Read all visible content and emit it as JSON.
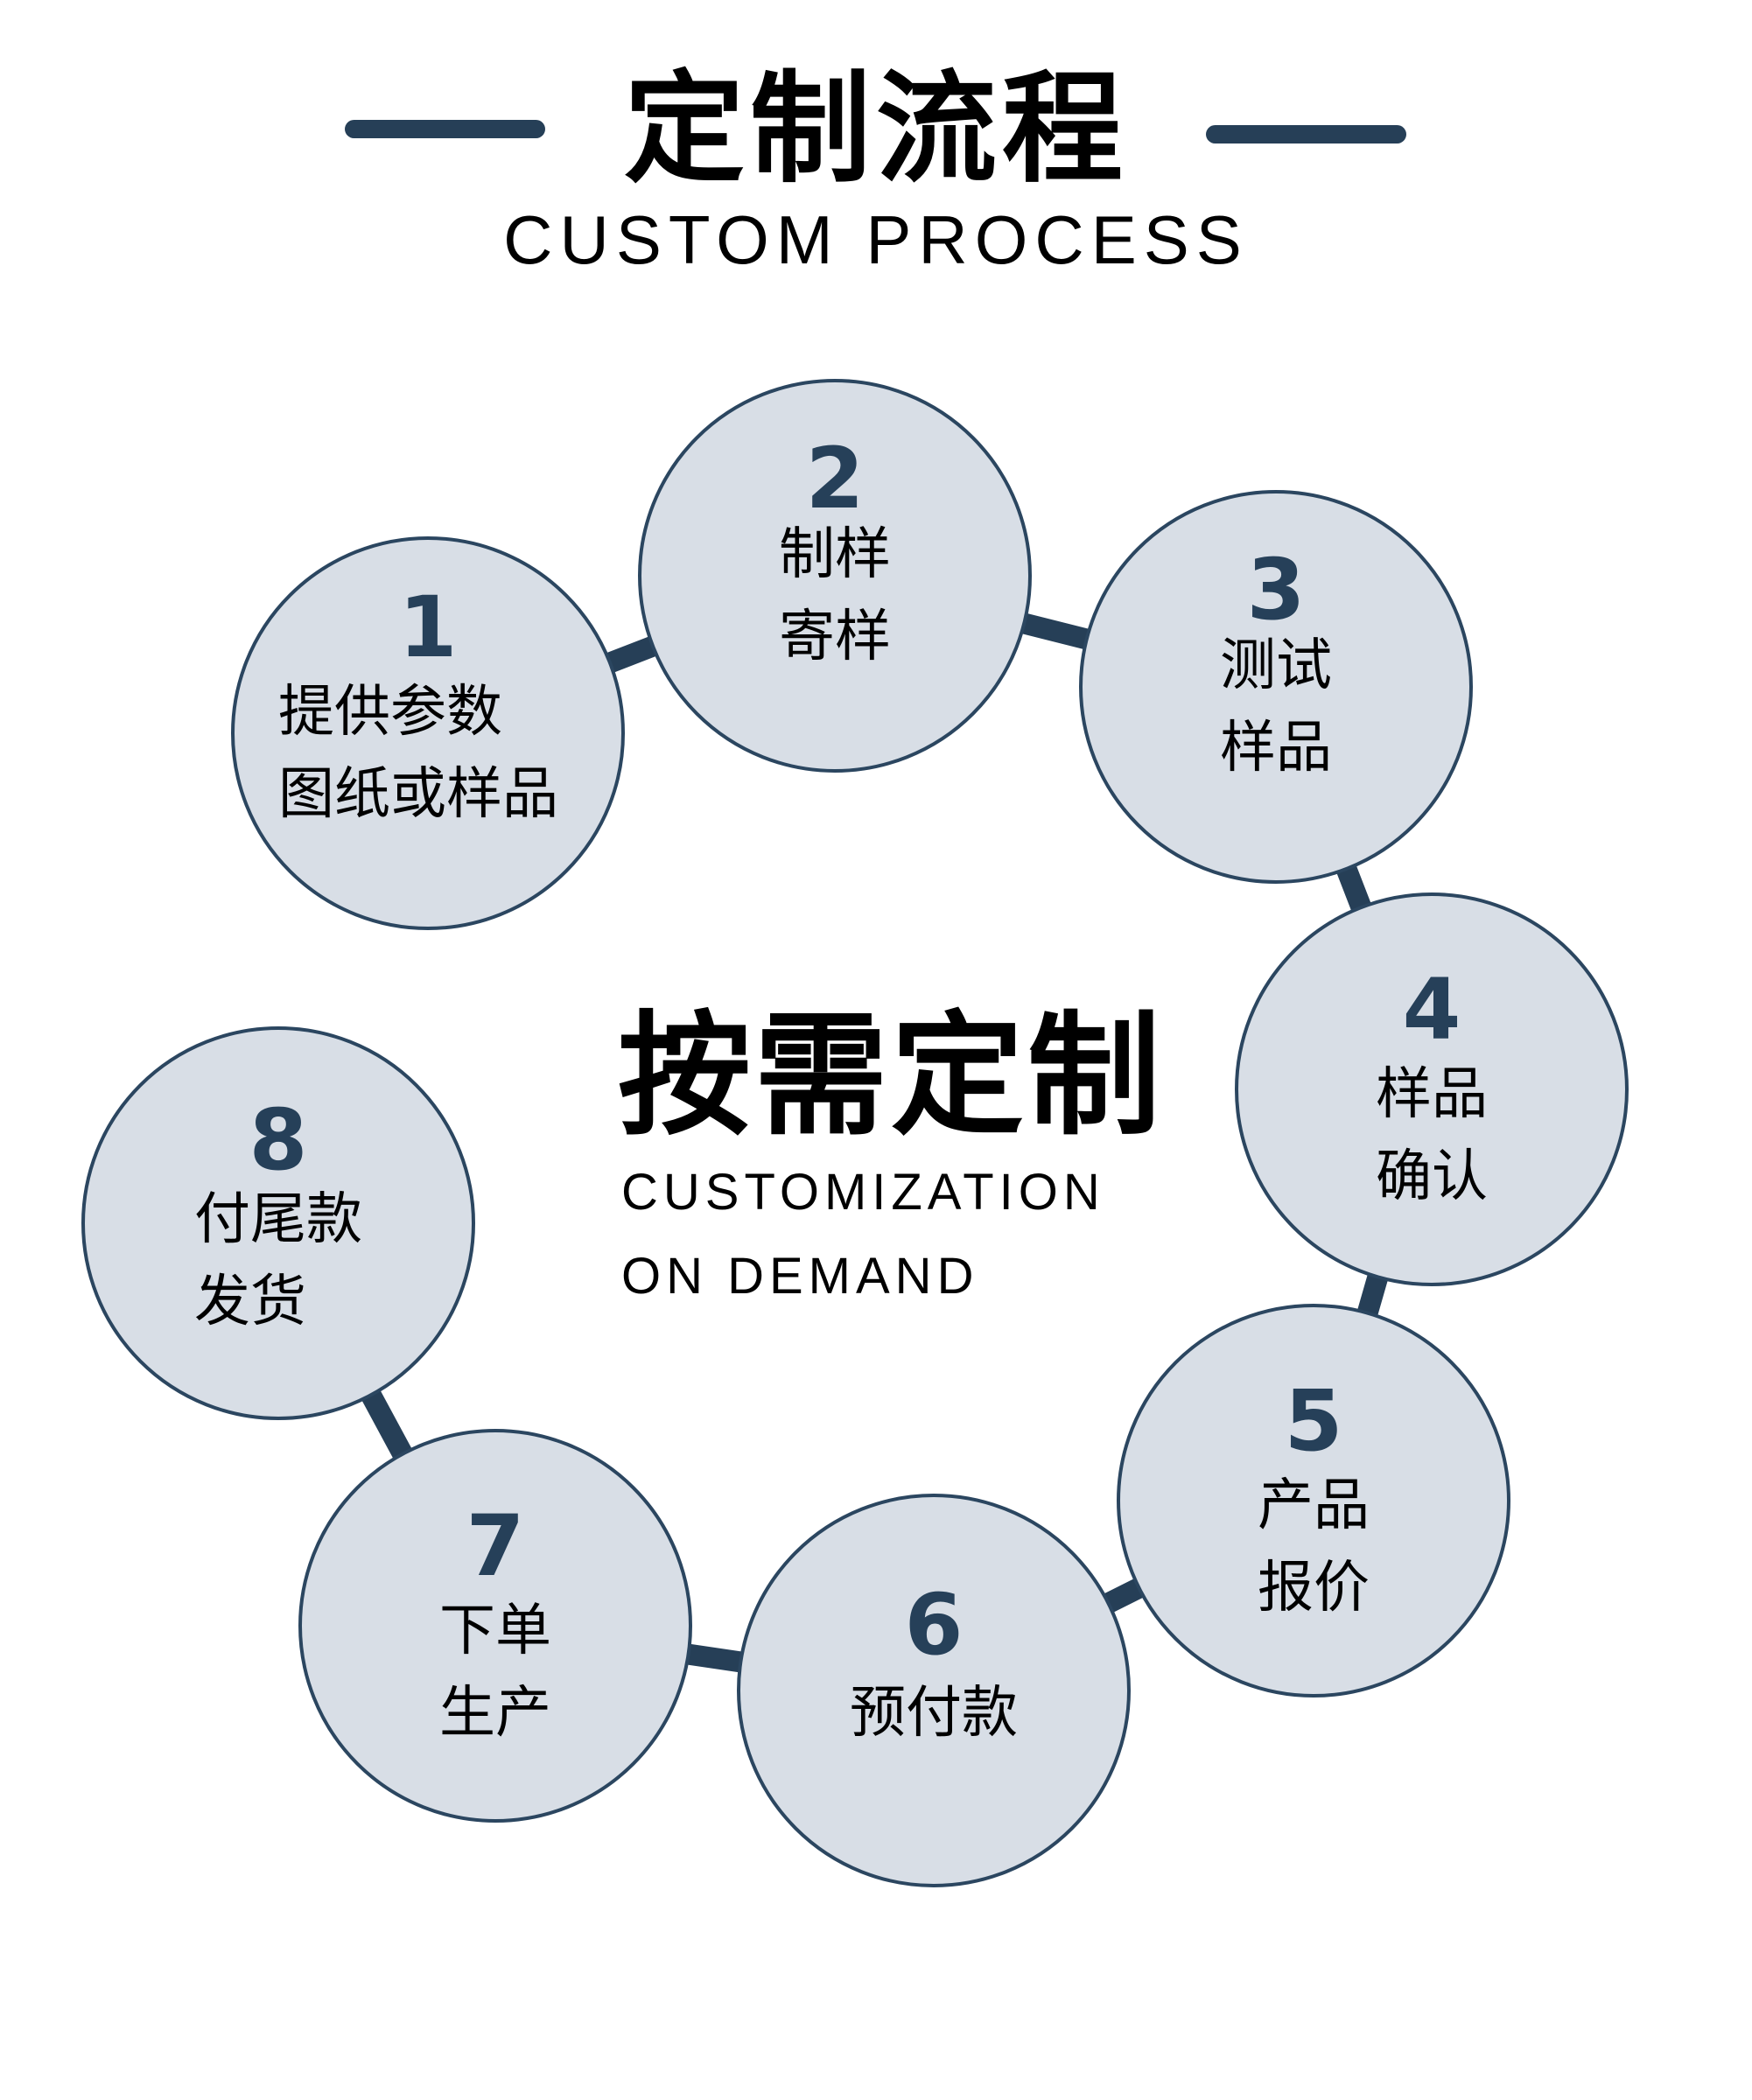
{
  "header": {
    "title_cn": "定制流程",
    "title_en": "CUSTOM PROCESS"
  },
  "center": {
    "title_cn": "按需定制",
    "subtitle_en_line1": "CUSTOMIZATION",
    "subtitle_en_line2": "ON DEMAND"
  },
  "colors": {
    "accent": "#263f57",
    "circle_fill": "#d8dee6",
    "circle_stroke": "#2b4660",
    "number": "#264059",
    "text": "#000000",
    "background": "#ffffff"
  },
  "steps": [
    {
      "number": "1",
      "line1": "提供参数",
      "line2": "图纸或样品"
    },
    {
      "number": "2",
      "line1": "制样",
      "line2": "寄样"
    },
    {
      "number": "3",
      "line1": "测试",
      "line2": "样品"
    },
    {
      "number": "4",
      "line1": "样品",
      "line2": "确认"
    },
    {
      "number": "5",
      "line1": "产品",
      "line2": "报价"
    },
    {
      "number": "6",
      "line1": "预付款",
      "line2": ""
    },
    {
      "number": "7",
      "line1": "下单",
      "line2": "生产"
    },
    {
      "number": "8",
      "line1": "付尾款",
      "line2": "发货"
    }
  ]
}
